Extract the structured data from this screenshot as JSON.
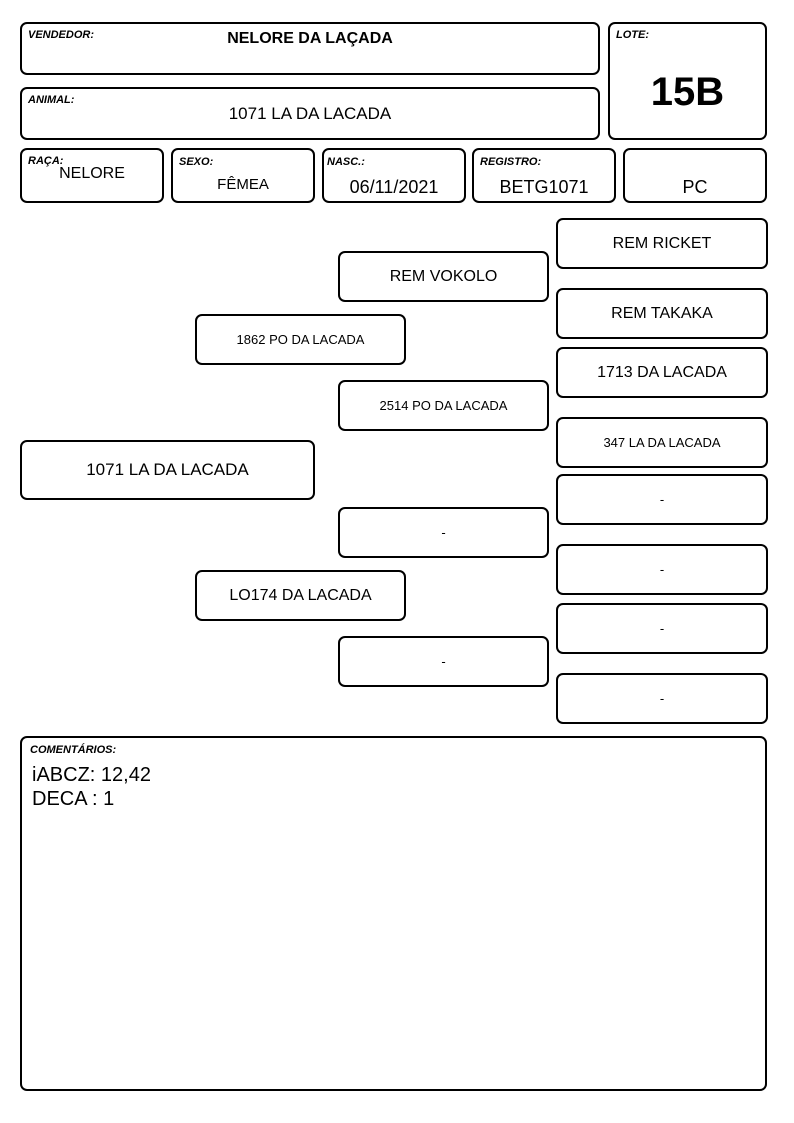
{
  "header": {
    "vendedor": {
      "label": "VENDEDOR:",
      "value": "NELORE DA LAÇADA"
    },
    "lote": {
      "label": "LOTE:",
      "value": "15B"
    },
    "animal": {
      "label": "ANIMAL:",
      "value": "1071 LA DA LACADA"
    },
    "raca": {
      "label": "RAÇA:",
      "value": "NELORE"
    },
    "sexo": {
      "label": "SEXO:",
      "value": "FÊMEA"
    },
    "nasc": {
      "label": "NASC.:",
      "value": "06/11/2021"
    },
    "registro": {
      "label": "REGISTRO:",
      "value": "BETG1071"
    },
    "categoria": {
      "value": "PC"
    }
  },
  "pedigree": {
    "animal": "1071 LA DA LACADA",
    "pai": "1862 PO DA LACADA",
    "mae": "LO174 DA LACADA",
    "avo_paterno": "REM VOKOLO",
    "avo_paterna": "2514 PO DA LACADA",
    "avo_materno": "-",
    "avo_materna": "-",
    "bisavos": [
      "REM RICKET",
      "REM TAKAKA",
      "1713 DA LACADA",
      "347 LA DA LACADA",
      "-",
      "-",
      "-",
      "-"
    ]
  },
  "comentarios": {
    "label": "COMENTÁRIOS:",
    "lines": [
      "iABCZ: 12,42",
      "DECA : 1"
    ]
  }
}
